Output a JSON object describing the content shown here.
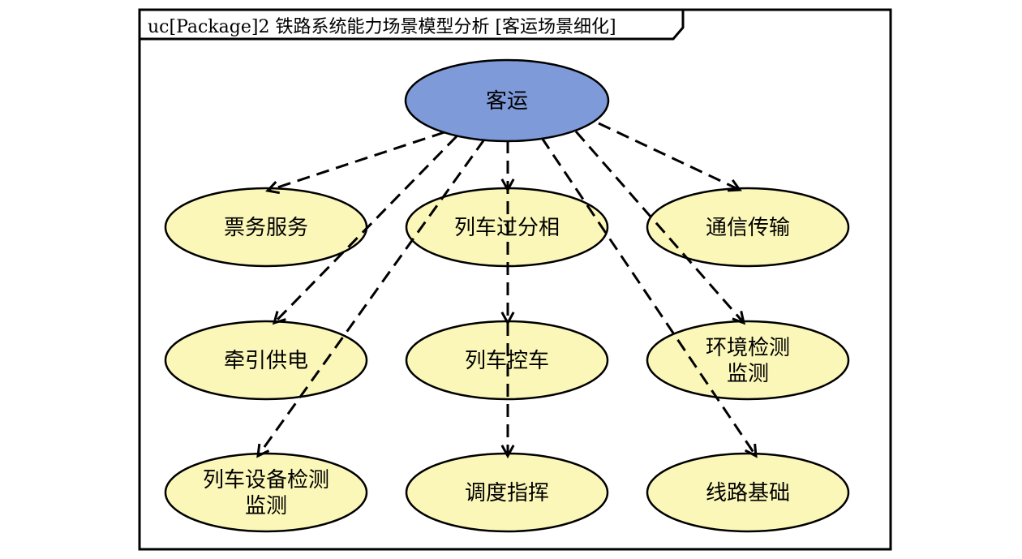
{
  "frame": {
    "title": "uc[Package]2 铁路系统能力场景模型分析 [客运场景细化]"
  },
  "colors": {
    "root_fill": "#7f9ad9",
    "child_fill": "#fbf7b8",
    "stroke": "#000000"
  },
  "root": {
    "id": "keyun",
    "label": [
      "客运"
    ]
  },
  "children": [
    {
      "id": "piaowu",
      "label": [
        "票务服务"
      ]
    },
    {
      "id": "guofenxiang",
      "label": [
        "列车过分相"
      ]
    },
    {
      "id": "tongxin",
      "label": [
        "通信传输"
      ]
    },
    {
      "id": "qianyin",
      "label": [
        "牵引供电"
      ]
    },
    {
      "id": "kongche",
      "label": [
        "列车控车"
      ]
    },
    {
      "id": "huanjing",
      "label": [
        "环境检测",
        "监测"
      ]
    },
    {
      "id": "shebei",
      "label": [
        "列车设备检测",
        "监测"
      ]
    },
    {
      "id": "diaodu",
      "label": [
        "调度指挥"
      ]
    },
    {
      "id": "xianlu",
      "label": [
        "线路基础"
      ]
    }
  ]
}
